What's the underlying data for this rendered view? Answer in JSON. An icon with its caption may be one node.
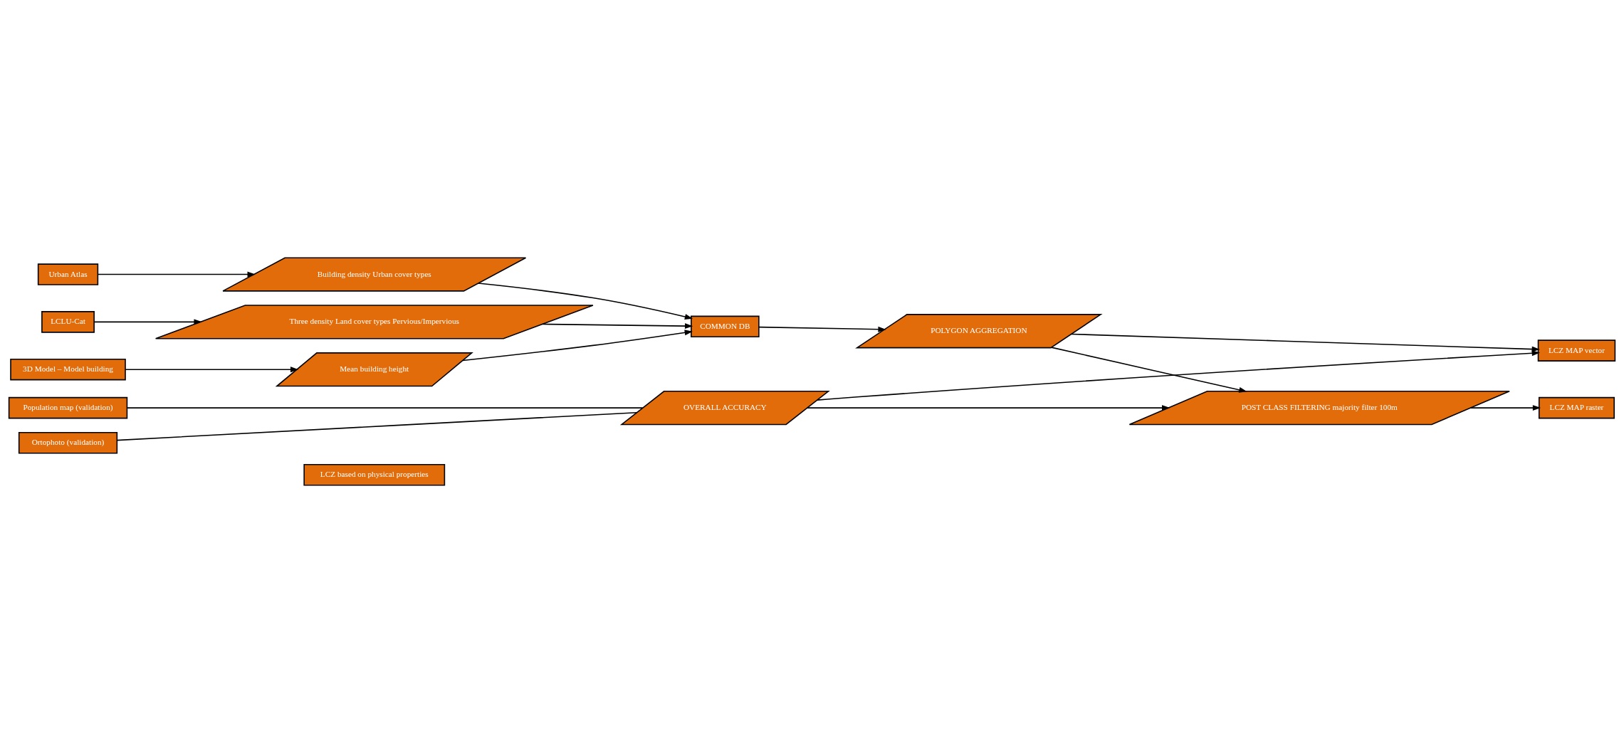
{
  "diagram": {
    "nodes": [
      {
        "text": [
          "LCZ based on physical properties"
        ]
      },
      {
        "text": [
          "Urban Atlas"
        ]
      },
      {
        "text": [
          "LCLU-Cat"
        ]
      },
      {
        "text": [
          "3D Model – Model building"
        ]
      },
      {
        "text": [
          "Building density Urban cover types"
        ]
      },
      {
        "text": [
          "Three density Land cover types Pervious/Impervious"
        ]
      },
      {
        "text": [
          "Mean building height"
        ]
      },
      {
        "text": [
          "Ortophoto (validation)"
        ]
      },
      {
        "text": [
          "Population map (validation)"
        ]
      },
      {
        "text": [
          "COMMON DB"
        ]
      },
      {
        "text": [
          "POLYGON AGGREGATION"
        ]
      },
      {
        "text": [
          "POST CLASS FILTERING majority filter 100m"
        ]
      },
      {
        "text": [
          "LCZ MAP raster"
        ]
      },
      {
        "text": [
          "LCZ MAP vector"
        ]
      },
      {
        "text": [
          "OVERALL ACCURACY"
        ]
      }
    ],
    "edges": [
      {
        "from": 1,
        "to": 4,
        "arrow": "to"
      },
      {
        "from": 2,
        "to": 5,
        "arrow": "to"
      },
      {
        "from": 3,
        "to": 6,
        "arrow": "to"
      },
      {
        "from": 4,
        "to": 9,
        "arrow": "to"
      },
      {
        "from": 5,
        "to": 9,
        "arrow": "to"
      },
      {
        "from": 6,
        "to": 9,
        "arrow": "to"
      },
      {
        "from": 9,
        "to": 10,
        "arrow": "to"
      },
      {
        "from": 10,
        "to": 11,
        "arrow": "to"
      },
      {
        "from": 10,
        "to": 13,
        "arrow": "to"
      },
      {
        "from": 11,
        "to": 12,
        "arrow": "to"
      },
      {
        "from": 7,
        "to": 14,
        "arrow": "none"
      },
      {
        "from": 8,
        "to": 14,
        "arrow": "none"
      },
      {
        "from": 14,
        "to": 11,
        "arrow": "to"
      },
      {
        "from": 14,
        "to": 13,
        "arrow": "to"
      }
    ]
  }
}
